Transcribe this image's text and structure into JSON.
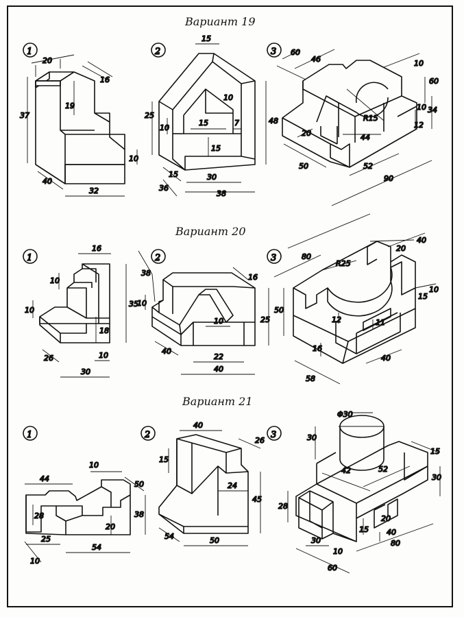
{
  "variants": [
    {
      "title": "Вариант 19",
      "parts": [
        {
          "number": "1",
          "dims": [
            "20",
            "16",
            "19",
            "37",
            "10",
            "40",
            "32"
          ]
        },
        {
          "number": "2",
          "dims": [
            "15",
            "10",
            "25",
            "10",
            "15",
            "7",
            "48",
            "15",
            "30",
            "15",
            "36",
            "38"
          ]
        },
        {
          "number": "3",
          "dims": [
            "60",
            "46",
            "10",
            "60",
            "R15",
            "34",
            "10",
            "12",
            "44",
            "20",
            "52",
            "50",
            "90"
          ]
        }
      ]
    },
    {
      "title": "Вариант 20",
      "parts": [
        {
          "number": "1",
          "dims": [
            "16",
            "10",
            "10",
            "35",
            "18",
            "26",
            "10",
            "30"
          ]
        },
        {
          "number": "2",
          "dims": [
            "38",
            "16",
            "10",
            "25",
            "10",
            "40",
            "22",
            "40"
          ]
        },
        {
          "number": "3",
          "dims": [
            "80",
            "R25",
            "20",
            "40",
            "50",
            "10",
            "15",
            "12",
            "11",
            "16",
            "58",
            "40"
          ]
        }
      ]
    },
    {
      "title": "Вариант 21",
      "parts": [
        {
          "number": "1",
          "dims": [
            "44",
            "10",
            "50",
            "28",
            "38",
            "20",
            "25",
            "54",
            "10"
          ]
        },
        {
          "number": "2",
          "dims": [
            "40",
            "26",
            "15",
            "24",
            "45",
            "54",
            "50"
          ]
        },
        {
          "number": "3",
          "dims": [
            "Φ30",
            "30",
            "15",
            "42",
            "52",
            "30",
            "28",
            "15",
            "20",
            "40",
            "30",
            "10",
            "80",
            "60"
          ]
        }
      ]
    }
  ]
}
